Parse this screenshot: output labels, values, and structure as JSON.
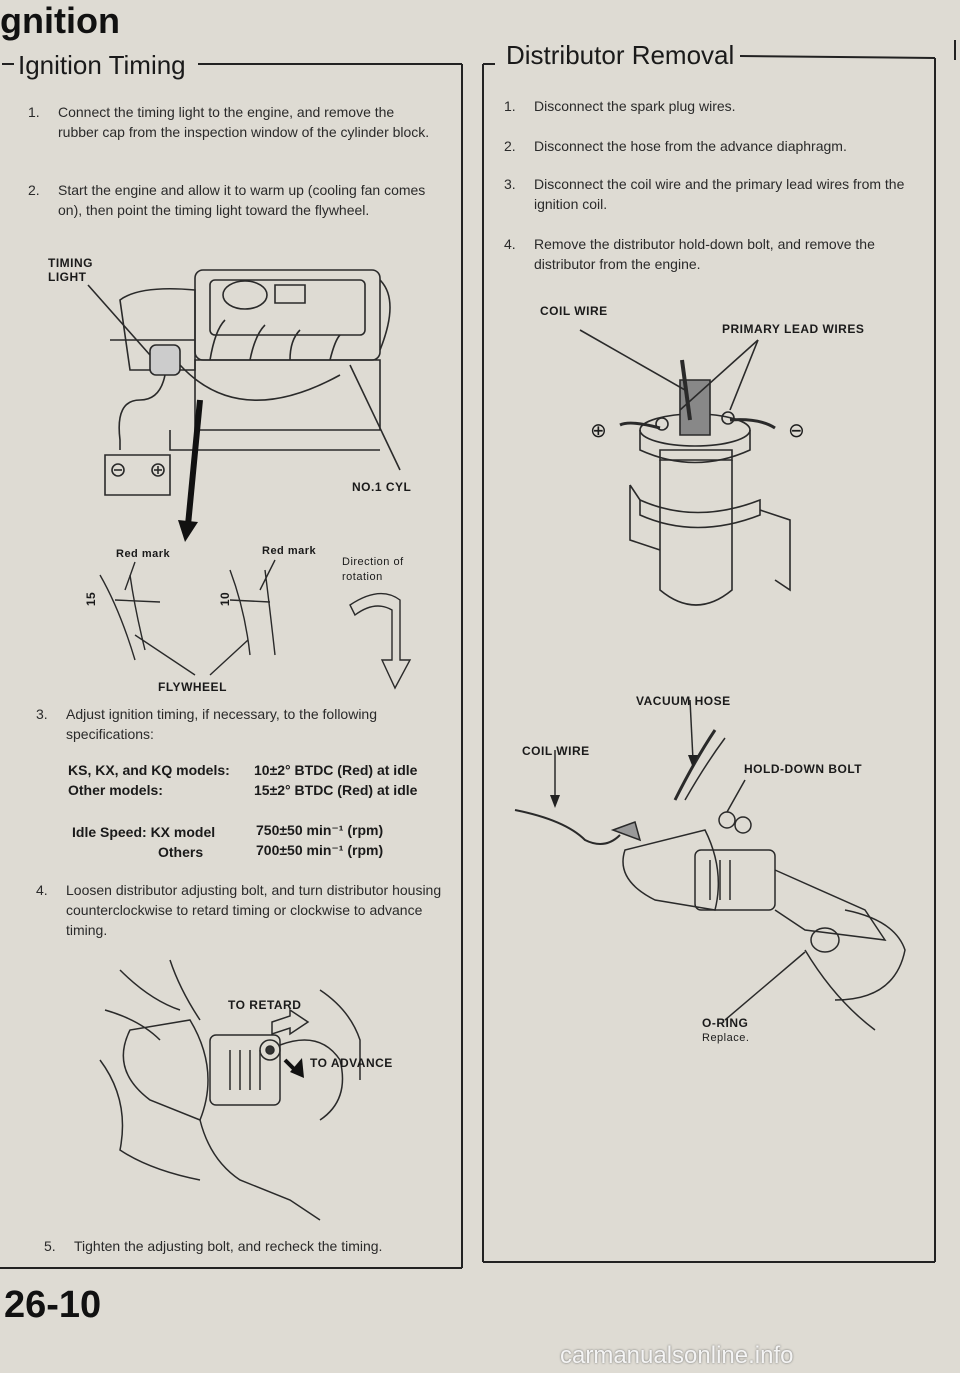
{
  "header": {
    "title": "gnition",
    "page_number": "26-10",
    "footer_watermark": "carmanualsonline.info"
  },
  "left": {
    "section_title": "Ignition Timing",
    "steps": [
      {
        "num": "1.",
        "text": "Connect the timing light to the engine, and remove the rubber cap from the inspection window of the cylinder block."
      },
      {
        "num": "2.",
        "text": "Start the engine and allow it to warm up (cooling fan comes on), then point the timing light toward the flywheel."
      },
      {
        "num": "3.",
        "text": "Adjust ignition timing, if necessary, to the following specifications:"
      },
      {
        "num": "4.",
        "text": "Loosen distributor adjusting bolt, and turn distributor housing counterclockwise to retard timing or clockwise to advance timing."
      },
      {
        "num": "5.",
        "text": "Tighten the adjusting bolt, and recheck the timing."
      }
    ],
    "fig1_labels": {
      "timing_light": "TIMING LIGHT",
      "no1_cyl": "NO.1 CYL",
      "red_mark_1": "Red mark",
      "red_mark_2": "Red mark",
      "direction": "Direction of rotation",
      "flywheel": "FLYWHEEL",
      "mark_15": "15",
      "mark_10": "10"
    },
    "specs": {
      "row1_label": "KS, KX, and KQ models:",
      "row1_value": "10±2° BTDC (Red) at idle",
      "row2_label": "Other models:",
      "row2_value": "15±2° BTDC (Red) at idle",
      "idle_label": "Idle Speed: KX model",
      "idle_value1": "750±50 min⁻¹ (rpm)",
      "others_label": "Others",
      "idle_value2": "700±50 min⁻¹ (rpm)"
    },
    "fig2_labels": {
      "retard": "TO RETARD",
      "advance": "TO ADVANCE"
    }
  },
  "right": {
    "section_title": "Distributor Removal",
    "steps": [
      {
        "num": "1.",
        "text": "Disconnect the spark plug wires."
      },
      {
        "num": "2.",
        "text": "Disconnect the hose from the advance diaphragm."
      },
      {
        "num": "3.",
        "text": "Disconnect the coil wire and the primary lead wires from the ignition coil."
      },
      {
        "num": "4.",
        "text": "Remove the distributor hold-down bolt, and remove the distributor from the engine."
      }
    ],
    "fig3_labels": {
      "coil_wire": "COIL WIRE",
      "primary_lead": "PRIMARY LEAD WIRES",
      "plus": "⊕",
      "minus": "⊖"
    },
    "fig4_labels": {
      "vacuum_hose": "VACUUM HOSE",
      "coil_wire": "COIL WIRE",
      "hold_down": "HOLD-DOWN BOLT",
      "oring": "O-RING",
      "replace": "Replace."
    }
  }
}
